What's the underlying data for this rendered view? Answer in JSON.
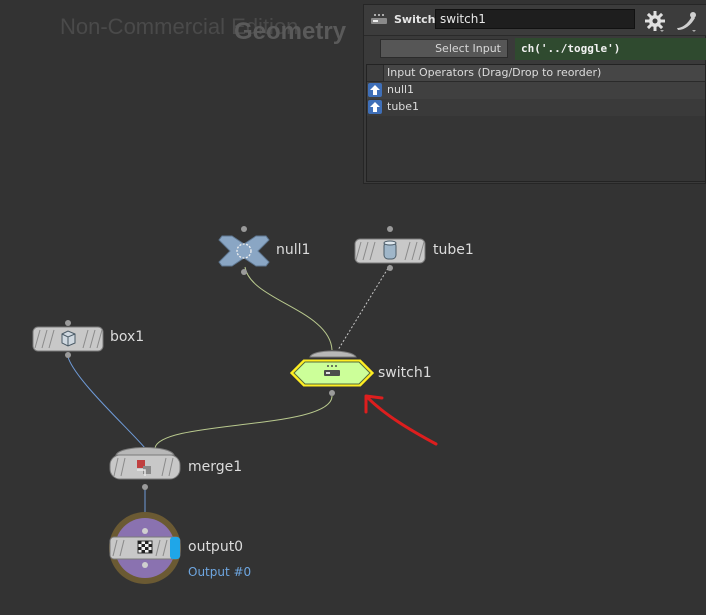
{
  "network": {
    "watermark": "Non-Commercial Edition",
    "context": "Geometry",
    "nodes": {
      "null": {
        "name": "null1"
      },
      "tube": {
        "name": "tube1"
      },
      "box": {
        "name": "box1"
      },
      "switch": {
        "name": "switch1"
      },
      "merge": {
        "name": "merge1"
      },
      "output": {
        "name": "output0",
        "sublabel": "Output #0"
      }
    }
  },
  "panel": {
    "node_type": "Switch",
    "node_name": "switch1",
    "select_input_label": "Select Input",
    "select_input_value": "ch('../toggle')",
    "operators_header": "Input Operators (Drag/Drop to reorder)",
    "operators": [
      {
        "label": "null1"
      },
      {
        "label": "tube1"
      }
    ]
  },
  "colors": {
    "background": "#333333",
    "selected_node": "#ccff99",
    "selected_outline": "#ffee22",
    "annotation_arrow": "#dd1e1e",
    "output_ring": "#7a6a3a"
  }
}
